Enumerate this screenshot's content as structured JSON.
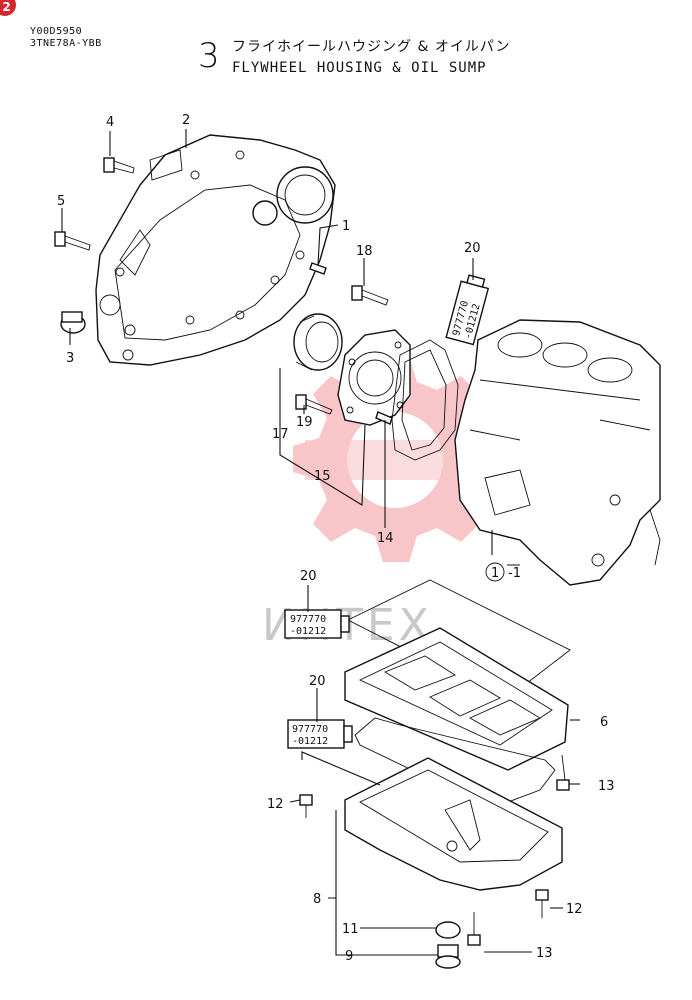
{
  "header": {
    "badge": "2",
    "code_line1": "Y00D5950",
    "code_line2": "3TNE78A-YBB",
    "section_number": "3",
    "title_jp": "フライホイールハウジング & オイルパン",
    "title_en": "FLYWHEEL HOUSING & OIL SUMP"
  },
  "watermark": {
    "text": "ИНТЕХ",
    "color": "#e8323c"
  },
  "sealant": {
    "part_no_line1": "977770",
    "part_no_line2": "-01212"
  },
  "callouts": {
    "c1": "1",
    "c2": "2",
    "c3": "3",
    "c4": "4",
    "c5": "5",
    "c6": "6",
    "c8": "8",
    "c9": "9",
    "c11": "11",
    "c12a": "12",
    "c12b": "12",
    "c13a": "13",
    "c13b": "13",
    "c14": "14",
    "c15": "15",
    "c17": "17",
    "c18": "18",
    "c19": "19",
    "c20a": "20",
    "c20b": "20",
    "c20c": "20",
    "ref_circle": "1",
    "ref_suffix": "-1"
  }
}
